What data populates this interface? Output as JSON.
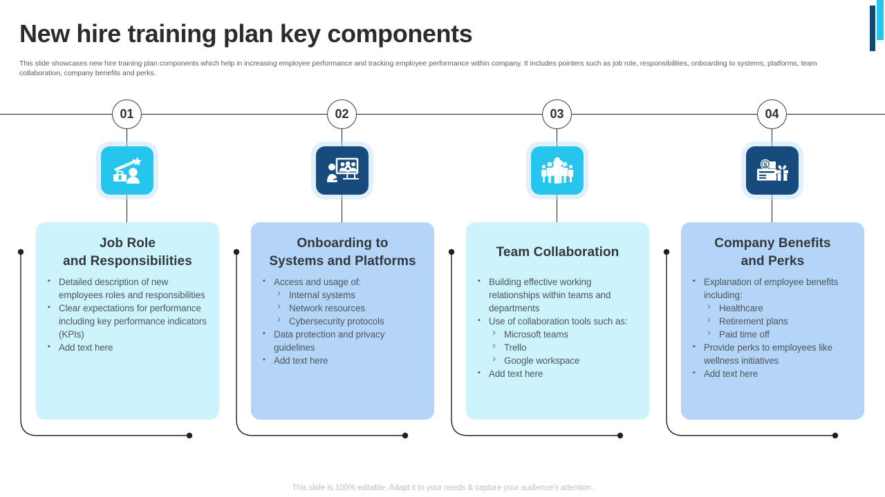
{
  "header": {
    "title": "New hire training plan key components",
    "subtitle": "This slide showcases new hire training plan components which help in increasing employee performance and tracking employee performance within company. It includes pointers such as job role, responsibilities, onboarding to systems, platforms, team collaboration, company benefits and perks."
  },
  "footer": {
    "note": "This slide is 100% editable. Adapt it to your needs & capture your audience's attention."
  },
  "theme": {
    "cyan": "#25c5ee",
    "navy": "#13496f",
    "card_cyan": "#cdf3fc",
    "card_blue": "#b4d5f8",
    "line": "#231f20",
    "title_color": "#2b2b2b",
    "body_color": "#4d565e"
  },
  "steps": [
    {
      "number": "01",
      "icon_name": "career-growth-icon",
      "icon_bg": "#25c5ee",
      "card_bg": "#cdf3fc",
      "title_line1": "Job Role",
      "title_line2": "and Responsibilities",
      "bullets": [
        {
          "level": 1,
          "text": "Detailed description of new employees roles and responsibilities"
        },
        {
          "level": 1,
          "text": "Clear expectations for performance including key performance indicators (KPIs)"
        },
        {
          "level": 1,
          "text": "Add text here"
        }
      ]
    },
    {
      "number": "02",
      "icon_name": "training-presentation-icon",
      "icon_bg": "#174b7d",
      "card_bg": "#b4d5f8",
      "title_line1": "Onboarding to",
      "title_line2": "Systems and Platforms",
      "bullets": [
        {
          "level": 1,
          "text": "Access and usage of:"
        },
        {
          "level": 2,
          "text": "Internal  systems"
        },
        {
          "level": 2,
          "text": "Network resources"
        },
        {
          "level": 2,
          "text": "Cybersecurity  protocols"
        },
        {
          "level": 1,
          "text": "Data protection and privacy guidelines"
        },
        {
          "level": 1,
          "text": "Add text here"
        }
      ]
    },
    {
      "number": "03",
      "icon_name": "team-group-icon",
      "icon_bg": "#25c5ee",
      "card_bg": "#cdf3fc",
      "title_line1": "Team Collaboration",
      "title_line2": "",
      "bullets": [
        {
          "level": 1,
          "text": "Building effective working relationships within teams and departments"
        },
        {
          "level": 1,
          "text": "Use of collaboration tools such as:"
        },
        {
          "level": 2,
          "text": "Microsoft teams"
        },
        {
          "level": 2,
          "text": "Trello"
        },
        {
          "level": 2,
          "text": "Google workspace"
        },
        {
          "level": 1,
          "text": "Add text here"
        }
      ]
    },
    {
      "number": "04",
      "icon_name": "money-gift-benefits-icon",
      "icon_bg": "#174b7d",
      "card_bg": "#b4d5f8",
      "title_line1": "Company Benefits",
      "title_line2": "and Perks",
      "bullets": [
        {
          "level": 1,
          "text": "Explanation of employee benefits including:"
        },
        {
          "level": 2,
          "text": "Healthcare"
        },
        {
          "level": 2,
          "text": "Retirement plans"
        },
        {
          "level": 2,
          "text": "Paid time off"
        },
        {
          "level": 1,
          "text": "Provide perks to employees like wellness initiatives"
        },
        {
          "level": 1,
          "text": "Add text here"
        }
      ]
    }
  ]
}
